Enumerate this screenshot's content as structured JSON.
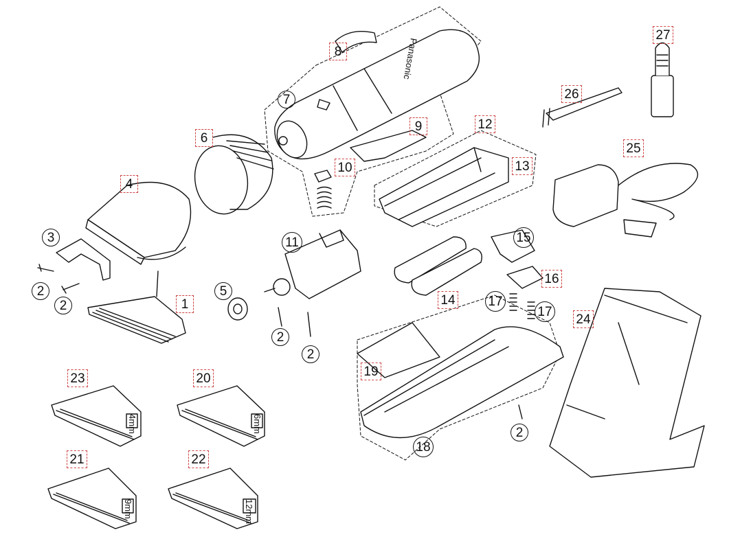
{
  "parts": [
    {
      "id": "part-1",
      "label": "1",
      "style": "sq"
    },
    {
      "id": "part-2a",
      "label": "2",
      "style": "ci"
    },
    {
      "id": "part-2b",
      "label": "2",
      "style": "ci"
    },
    {
      "id": "part-2c",
      "label": "2",
      "style": "ci"
    },
    {
      "id": "part-2d",
      "label": "2",
      "style": "ci"
    },
    {
      "id": "part-2e",
      "label": "2",
      "style": "ci"
    },
    {
      "id": "part-3",
      "label": "3",
      "style": "ci"
    },
    {
      "id": "part-4",
      "label": "4",
      "style": "sq"
    },
    {
      "id": "part-5",
      "label": "5",
      "style": "ci"
    },
    {
      "id": "part-6",
      "label": "6",
      "style": "sq"
    },
    {
      "id": "part-7",
      "label": "7",
      "style": "ci"
    },
    {
      "id": "part-8",
      "label": "8",
      "style": "sq"
    },
    {
      "id": "part-9",
      "label": "9",
      "style": "sq"
    },
    {
      "id": "part-10",
      "label": "10",
      "style": "sq"
    },
    {
      "id": "part-11",
      "label": "11",
      "style": "ci"
    },
    {
      "id": "part-12",
      "label": "12",
      "style": "sq"
    },
    {
      "id": "part-13",
      "label": "13",
      "style": "sq"
    },
    {
      "id": "part-14",
      "label": "14",
      "style": "sq"
    },
    {
      "id": "part-15",
      "label": "15",
      "style": "ci"
    },
    {
      "id": "part-16",
      "label": "16",
      "style": "sq"
    },
    {
      "id": "part-17a",
      "label": "17",
      "style": "ci"
    },
    {
      "id": "part-17b",
      "label": "17",
      "style": "ci"
    },
    {
      "id": "part-18",
      "label": "18",
      "style": "ci"
    },
    {
      "id": "part-19",
      "label": "19",
      "style": "sq"
    },
    {
      "id": "part-20",
      "label": "20",
      "style": "sq"
    },
    {
      "id": "part-21",
      "label": "21",
      "style": "sq"
    },
    {
      "id": "part-22",
      "label": "22",
      "style": "sq"
    },
    {
      "id": "part-23",
      "label": "23",
      "style": "sq"
    },
    {
      "id": "part-24",
      "label": "24",
      "style": "sq"
    },
    {
      "id": "part-25",
      "label": "25",
      "style": "sq"
    },
    {
      "id": "part-26",
      "label": "26",
      "style": "sq"
    },
    {
      "id": "part-27",
      "label": "27",
      "style": "sq"
    }
  ],
  "markings": {
    "brand": "Panasonic",
    "attachment_23": "4mm",
    "attachment_20": "6mm",
    "attachment_21": "9mm",
    "attachment_22": "12mm"
  }
}
